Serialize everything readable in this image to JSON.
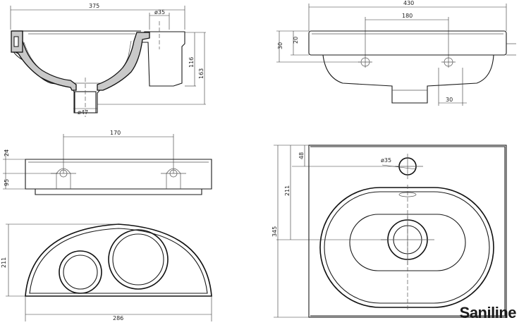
{
  "brand": {
    "name": "Saniline"
  },
  "dimensions": {
    "section_width": "375",
    "section_hole_dia": "ø35",
    "section_height_inner": "116",
    "section_height_total": "163",
    "section_drain_dia": "ø47",
    "side_width": "430",
    "side_span": "180",
    "side_top_20": "20",
    "side_top_30": "30",
    "side_offset_30": "30",
    "front_span": "170",
    "front_top": "24",
    "front_low": "95",
    "top_depth": "211",
    "top_width": "286",
    "plan_hole_dia": "ø35",
    "plan_offset": "48",
    "plan_to_drain": "211",
    "plan_depth": "345"
  }
}
